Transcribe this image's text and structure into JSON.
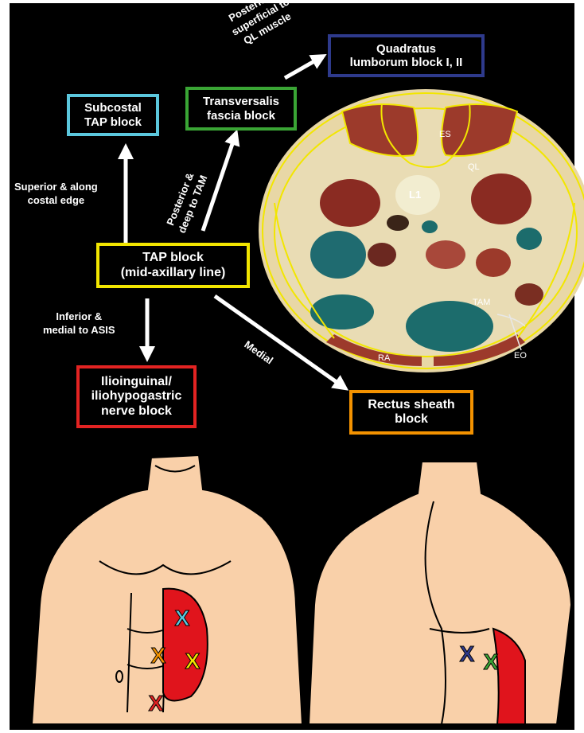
{
  "blocks": {
    "qlb": {
      "label": "Quadratus\nlumborum block I, II",
      "color": "#2e3a8c"
    },
    "subcostal": {
      "label": "Subcostal\nTAP block",
      "color": "#5bc7dd"
    },
    "transversalis": {
      "label": "Transversalis\nfascia block",
      "color": "#3aa535"
    },
    "tap": {
      "label": "TAP block\n(mid-axillary line)",
      "color": "#f2e600"
    },
    "ilio": {
      "label": "Ilioinguinal/\niliohypogastric\nnerve block",
      "color": "#e32322"
    },
    "rectus": {
      "label": "Rectus sheath\nblock",
      "color": "#f39200"
    }
  },
  "arrow_labels": {
    "posterior_superficial": "Posterior &\nsuperficial to\nQL muscle",
    "superior": "Superior & along\ncostal edge",
    "posterior_deep": "Posterior &\ndeep to TAM",
    "inferior": "Inferior &\nmedial to ASIS",
    "medial": "Medial"
  },
  "anatomy_labels": {
    "es": "ES",
    "ql": "QL",
    "l1": "L1",
    "tam": "TAM",
    "ra": "RA",
    "eo": "EO"
  },
  "markers": {
    "symbol": "X",
    "skin_color": "#f9d0a9",
    "block_region_color": "#e0141c"
  }
}
